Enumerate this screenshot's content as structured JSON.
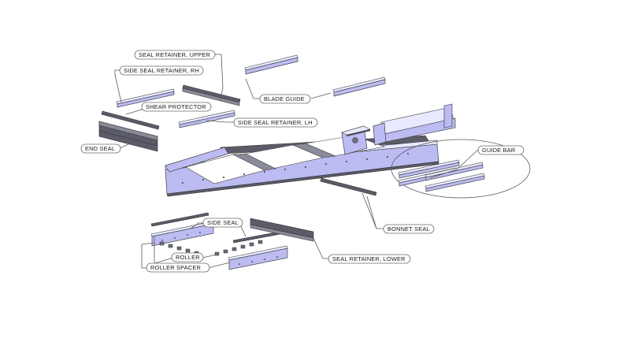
{
  "labels": {
    "seal_retainer_upper": "SEAL RETAINER, UPPER",
    "side_seal_retainer_rh": "SIDE SEAL RETAINER, RH",
    "shear_protector": "SHEAR PROTECTOR",
    "side_seal_retainer_lh": "SIDE SEAL RETAINER, LH",
    "blade_guide": "BLADE GUIDE",
    "end_seal": "END SEAL",
    "guide_bar": "GUIDE BAR",
    "bonnet_seal": "BONNET SEAL",
    "side_seal": "SIDE SEAL",
    "roller": "ROLLER",
    "roller_spacer": "ROLLER SPACER",
    "seal_retainer_lower": "SEAL RETAINER, LOWER"
  },
  "colors": {
    "part_face": "#bcbcf2",
    "part_top": "#e9e9ff",
    "steel_dark": "#5b5c68",
    "leader_line": "#5a5a5a"
  }
}
